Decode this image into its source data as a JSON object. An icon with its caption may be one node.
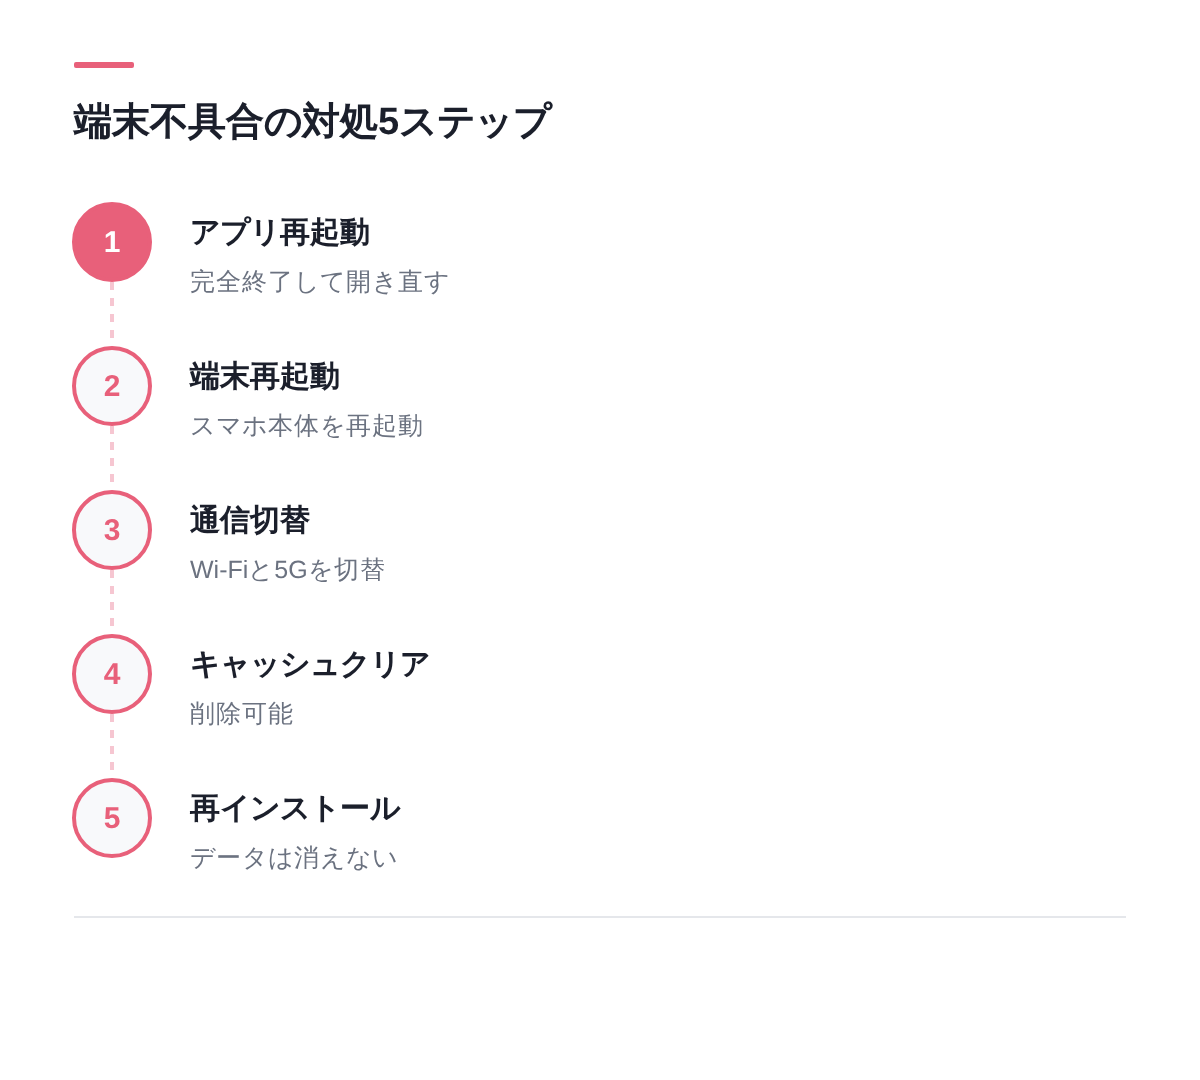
{
  "diagram": {
    "title": "端末不具合の対処5ステップ",
    "nodes": [
      {
        "text": [
          "1"
        ],
        "beside": [
          "アプリ再起動",
          "完全終了して開き直す"
        ]
      },
      {
        "text": [
          "2"
        ],
        "beside": [
          "端末再起動",
          "スマホ本体を再起動"
        ]
      },
      {
        "text": [
          "3"
        ],
        "beside": [
          "通信切替",
          "Wi-Fiと5Gを切替"
        ]
      },
      {
        "text": [
          "4"
        ],
        "beside": [
          "キャッシュクリア",
          "削除可能"
        ]
      },
      {
        "text": [
          "5"
        ],
        "beside": [
          "再インストール",
          "データは消えない"
        ]
      }
    ],
    "edges": [
      {
        "from": 0,
        "to": 1,
        "arrow": "none",
        "style": "dashed"
      },
      {
        "from": 1,
        "to": 2,
        "arrow": "none",
        "style": "dashed"
      },
      {
        "from": 2,
        "to": 3,
        "arrow": "none",
        "style": "dashed"
      },
      {
        "from": 3,
        "to": 4,
        "arrow": "none",
        "style": "dashed"
      }
    ]
  }
}
